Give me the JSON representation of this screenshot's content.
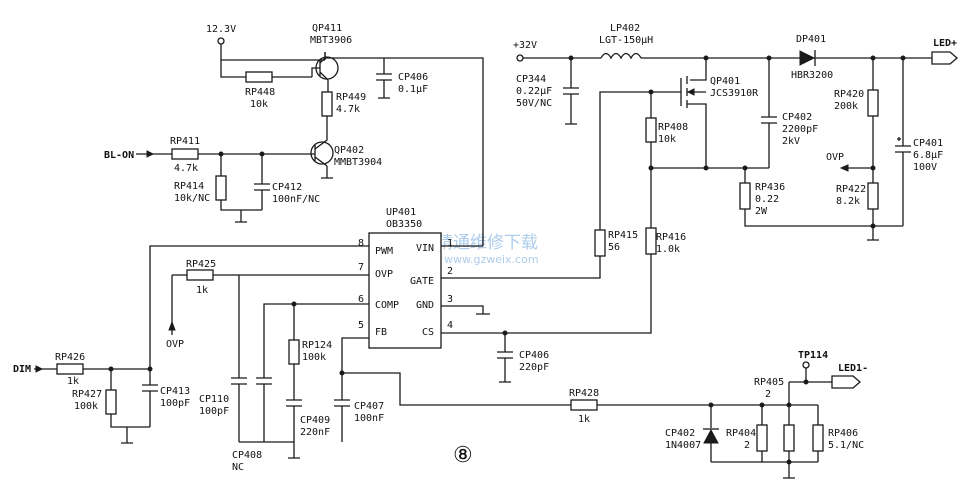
{
  "watermark": {
    "title": "精通维修下载",
    "url": "www.gzweix.com"
  },
  "figure_number": "⑧",
  "ic": {
    "ref": "UP401",
    "part": "OB3350",
    "pins_left": [
      {
        "num": "8",
        "name": "PWM"
      },
      {
        "num": "7",
        "name": "OVP"
      },
      {
        "num": "6",
        "name": "COMP"
      },
      {
        "num": "5",
        "name": "FB"
      }
    ],
    "pins_right": [
      {
        "num": "1",
        "name": "VIN"
      },
      {
        "num": "2",
        "name": "GATE"
      },
      {
        "num": "3",
        "name": "GND"
      },
      {
        "num": "4",
        "name": "CS"
      }
    ]
  },
  "nets": {
    "v12": "12.3V",
    "v32": "+32V",
    "bl_on": "BL-ON",
    "dim": "DIM",
    "ovp_left": "OVP",
    "ovp_right": "OVP",
    "led_plus": "LED+",
    "led_minus": "LED1-",
    "tp": "TP114"
  },
  "components": {
    "qp411": {
      "ref": "QP411",
      "value": "MBT3906"
    },
    "qp402": {
      "ref": "QP402",
      "value": "MMBT3904"
    },
    "rp448": {
      "ref": "RP448",
      "value": "10k"
    },
    "rp449": {
      "ref": "RP449",
      "value": "4.7k"
    },
    "cp406a": {
      "ref": "CP406",
      "value": "0.1μF"
    },
    "rp411": {
      "ref": "RP411",
      "value": "4.7k"
    },
    "rp414": {
      "ref": "RP414",
      "value": "10k/NC"
    },
    "cp412": {
      "ref": "CP412",
      "value": "100nF/NC"
    },
    "rp425": {
      "ref": "RP425",
      "value": "1k"
    },
    "rp426": {
      "ref": "RP426",
      "value": "1k"
    },
    "rp427": {
      "ref": "RP427",
      "value": "100k"
    },
    "cp413": {
      "ref": "CP413",
      "value": "100pF"
    },
    "cp110": {
      "ref": "CP110",
      "value": "100pF"
    },
    "cp408": {
      "ref": "CP408",
      "value": "NC"
    },
    "rp124": {
      "ref": "RP124",
      "value": "100k"
    },
    "cp409": {
      "ref": "CP409",
      "value": "220nF"
    },
    "cp407": {
      "ref": "CP407",
      "value": "100nF"
    },
    "cp406b": {
      "ref": "CP406",
      "value": "220pF"
    },
    "rp428": {
      "ref": "RP428",
      "value": "1k"
    },
    "cp344": {
      "ref": "CP344",
      "value": "0.22μF",
      "value2": "50V/NC"
    },
    "lp402": {
      "ref": "LP402",
      "value": "LGT-150μH"
    },
    "qp401": {
      "ref": "QP401",
      "value": "JCS3910R"
    },
    "dp401": {
      "ref": "DP401",
      "value": "HBR3200"
    },
    "rp408": {
      "ref": "RP408",
      "value": "10k"
    },
    "rp415": {
      "ref": "RP415",
      "value": "56"
    },
    "rp416": {
      "ref": "RP416",
      "value": "1.0k"
    },
    "cp402": {
      "ref": "CP402",
      "value": "2200pF",
      "value2": "2kV"
    },
    "rp436": {
      "ref": "RP436",
      "value": "0.22",
      "value2": "2W"
    },
    "rp420": {
      "ref": "RP420",
      "value": "200k"
    },
    "rp422": {
      "ref": "RP422",
      "value": "8.2k"
    },
    "cp401": {
      "ref": "CP401",
      "value": "6.8μF",
      "value2": "100V"
    },
    "cp402d": {
      "ref": "CP402",
      "value": "1N4007"
    },
    "rp404": {
      "ref": "RP404",
      "value": "2"
    },
    "rp405": {
      "ref": "RP405",
      "value": "2"
    },
    "rp406": {
      "ref": "RP406",
      "value": "5.1/NC"
    }
  }
}
